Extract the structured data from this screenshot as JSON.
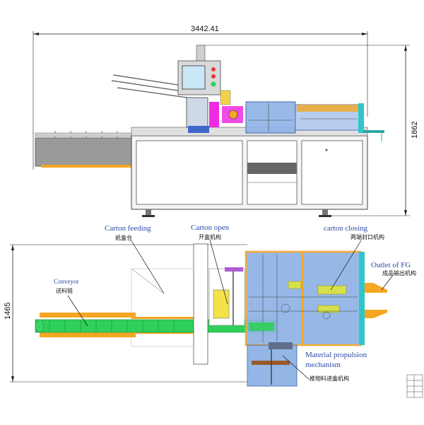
{
  "dimensions": {
    "overall_length": "3442.41",
    "height": "1862",
    "width": "1465"
  },
  "labels": {
    "carton_feeding": {
      "en": "Carton feeding",
      "cn": "纸盒仓"
    },
    "carton_open": {
      "en": "Carton open",
      "cn": "开盒机构"
    },
    "carton_closing": {
      "en": "carton closing",
      "cn": "两端封口机构"
    },
    "outlet_fg": {
      "en": "Outlet of FG",
      "cn": "成品输出机构"
    },
    "conveyor": {
      "en": "Conveyor",
      "cn": "送料链"
    },
    "material_propulsion": {
      "en_line1": "Material propulsion",
      "en_line2": "mechanism",
      "cn": "推物料进盒机构"
    }
  },
  "colors": {
    "machine_frame": "#f4f4f4",
    "blue_housing": "#8fb3e6",
    "orange_rail": "#f5a623",
    "green_chain": "#2fd05a",
    "magenta": "#ee2be0",
    "label_blue": "#2b49a8"
  }
}
